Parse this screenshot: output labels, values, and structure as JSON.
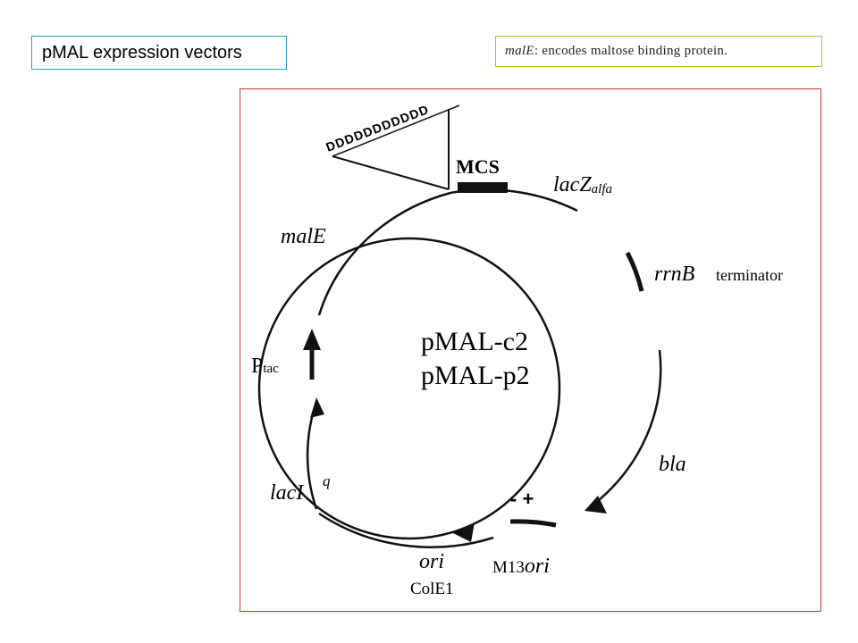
{
  "title": "pMAL expression vectors",
  "note": {
    "gene": "malE",
    "text": " : encodes maltose binding protein."
  },
  "plasmid": {
    "names": [
      "pMAL-c2",
      "pMAL-p2"
    ],
    "insert_sequence": "DDDDDDDDDDD",
    "mcs": "MCS",
    "lacZ": "lacZ",
    "lacZ_sub": "alfa",
    "rrnB": "rrnB",
    "terminator": "terminator",
    "malE": "malE",
    "ptac_p": "P",
    "ptac_sub": "tac",
    "bla": "bla",
    "lacI": "lacI",
    "lacI_sup": "q",
    "ori": "ori",
    "colE1": "ColE1",
    "m13_prefix": "M13",
    "m13_ori": "ori",
    "minus_plus": "- +"
  }
}
